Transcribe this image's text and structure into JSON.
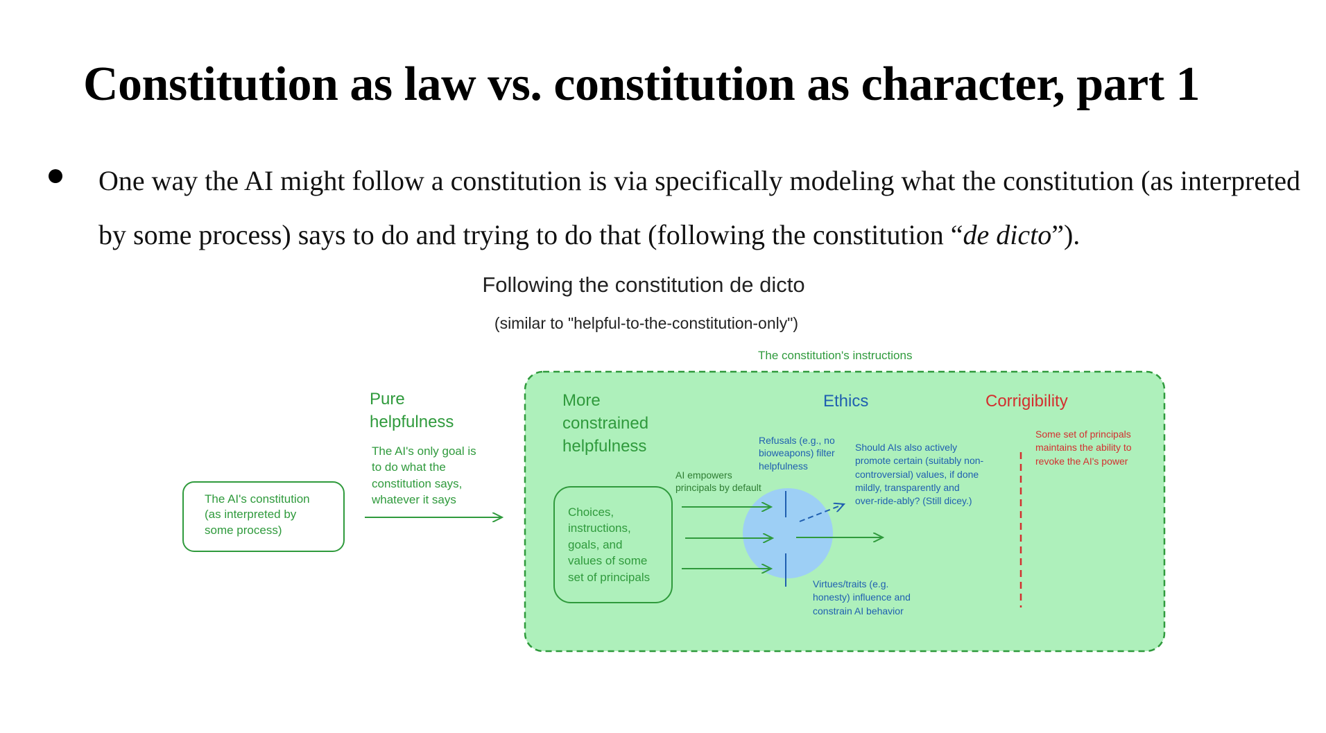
{
  "slide": {
    "title": "Constitution as law vs. constitution as character, part 1",
    "bullet": {
      "before": "One way the AI might follow a constitution is via specifically modeling what the constitution (as interpreted by some process) says to do and trying to do that (following the constitution “",
      "italic": "de dicto",
      "after": "”)."
    }
  },
  "diagram": {
    "title": "Following the constitution de dicto",
    "subtitle": "(similar to \"helpful-to-the-constitution-only\")",
    "instructions_label": "The constitution's instructions",
    "source_box": "The AI's constitution\n(as interpreted by\nsome process)",
    "pure_helpfulness": {
      "heading": "Pure\nhelpfulness",
      "description": "The AI's only goal is\nto do what the\nconstitution says,\nwhatever it says"
    },
    "more_constrained": {
      "heading": "More\nconstrained\nhelpfulness"
    },
    "principals_box": "Choices,\ninstructions,\ngoals, and\nvalues of some\nset of principals",
    "empowers_label": "AI empowers\nprincipals by default",
    "refusals_label": "Refusals (e.g., no\nbioweapons) filter\nhelpfulness",
    "ethics": {
      "heading": "Ethics",
      "question": "Should AIs also actively\npromote certain (suitably non-\ncontroversial) values, if done\nmildly, transparently and\nover-ride-ably? (Still dicey.)",
      "virtues": "Virtues/traits (e.g.\nhonesty) influence and\nconstrain AI behavior"
    },
    "corrigibility": {
      "heading": "Corrigibility",
      "description": "Some set of principals\nmaintains the ability to\nrevoke the AI's power"
    },
    "colors": {
      "green": "#2f9a3c",
      "panel_fill": "#aef0bb",
      "circle_fill": "#9dcff5",
      "blue": "#1f5fb0",
      "red": "#d32f2f"
    }
  }
}
